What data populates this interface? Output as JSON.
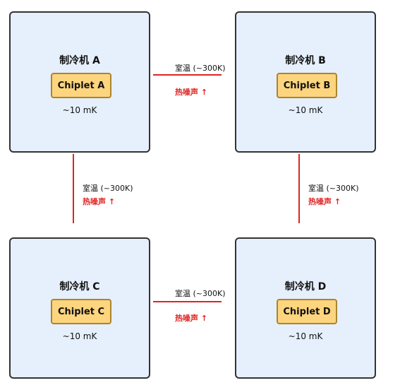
{
  "fridges": [
    {
      "title": "制冷机 A",
      "chip": "Chiplet A",
      "temp": "~10 mK"
    },
    {
      "title": "制冷机 B",
      "chip": "Chiplet B",
      "temp": "~10 mK"
    },
    {
      "title": "制冷机 C",
      "chip": "Chiplet C",
      "temp": "~10 mK"
    },
    {
      "title": "制冷机 D",
      "chip": "Chiplet D",
      "temp": "~10 mK"
    }
  ],
  "links": [
    {
      "from": "制冷机 A",
      "to": "制冷机 B",
      "label": "室温 (~300K)",
      "noise": "热噪声 ↑"
    },
    {
      "from": "制冷机 A",
      "to": "制冷机 C",
      "label": "室温 (~300K)",
      "noise": "热噪声 ↑"
    },
    {
      "from": "制冷机 B",
      "to": "制冷机 D",
      "label": "室温 (~300K)",
      "noise": "热噪声 ↑"
    },
    {
      "from": "制冷机 C",
      "to": "制冷机 D",
      "label": "室温 (~300K)",
      "noise": "热噪声 ↑"
    }
  ],
  "colors": {
    "box_fill": "#e6effc",
    "box_border": "#333333",
    "chip_fill": "#fdd57e",
    "chip_border": "#a8862f",
    "link": "#e02424",
    "noise_text": "#e02424"
  }
}
